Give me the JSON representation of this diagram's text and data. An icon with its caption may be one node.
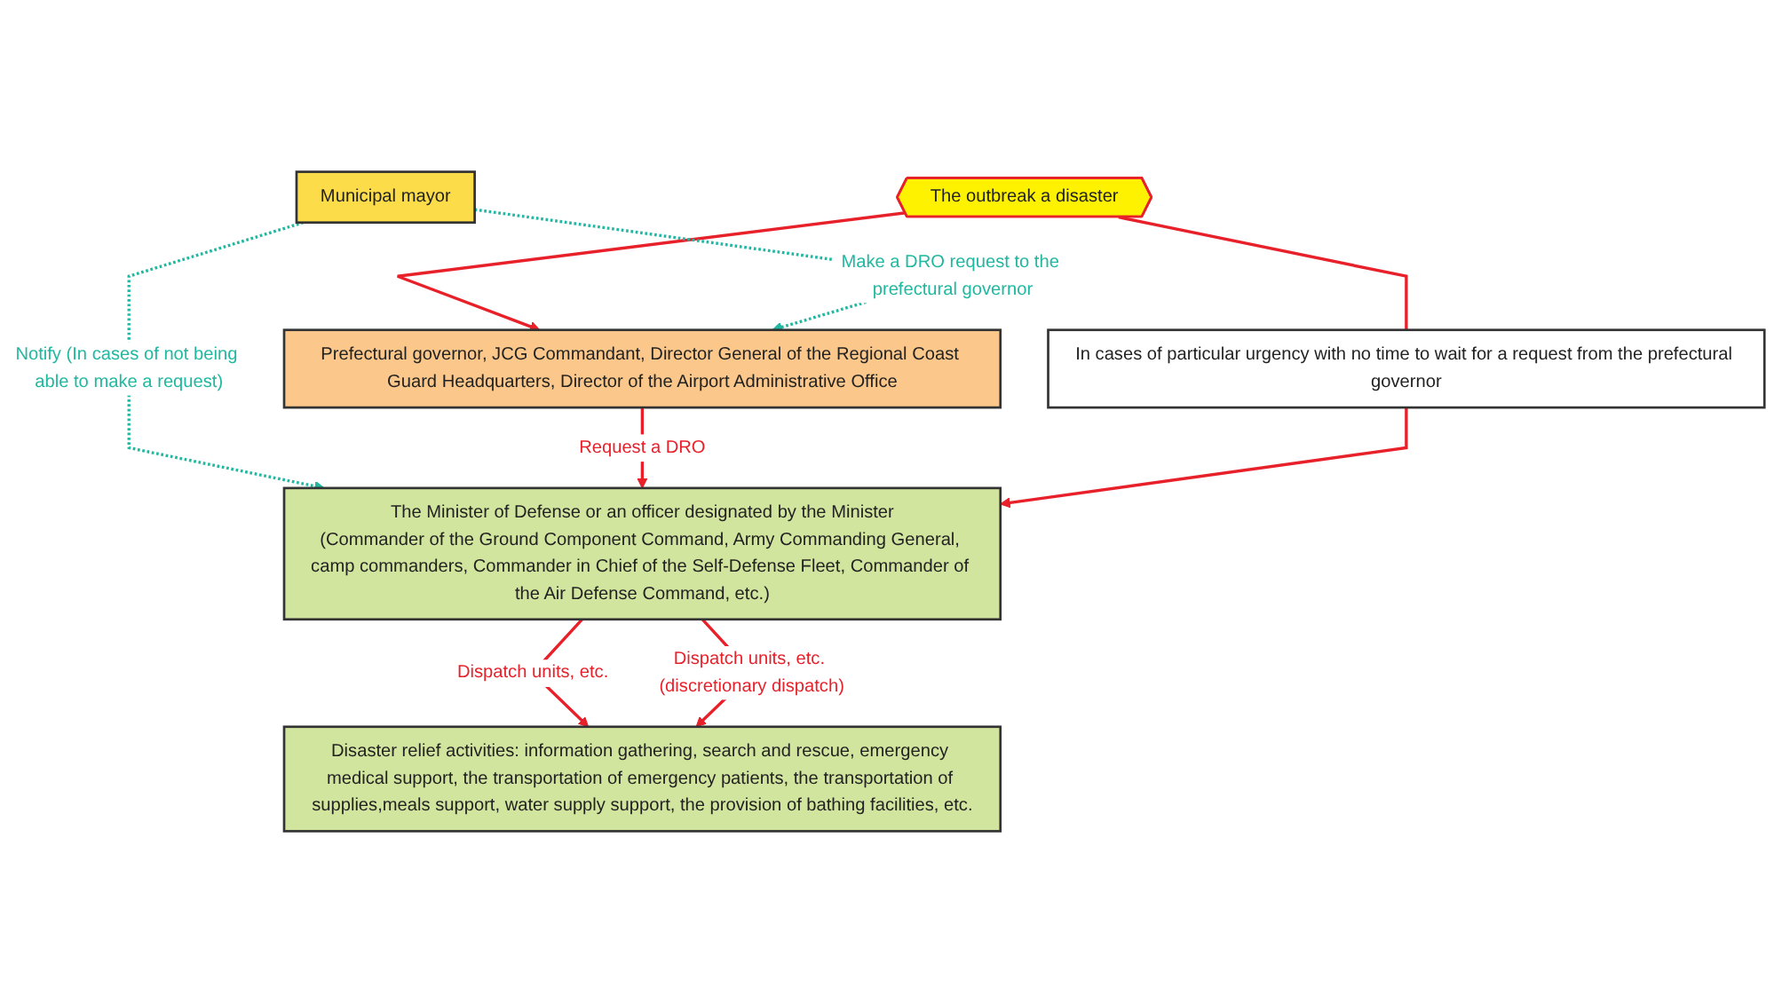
{
  "diagram": {
    "nodes": [
      {
        "text": [
          "The outbreak a disaster"
        ]
      },
      {
        "text": [
          "Prefectural governor, JCG Commandant, Director General of the Regional Coast Guard Headquarters, Director of the Airport Administrative Office"
        ]
      },
      {
        "text": [
          "Municipal mayor"
        ]
      },
      {
        "text": [
          "In cases of particular urgency with no time to wait for a request from the prefectural governor"
        ]
      },
      {
        "text": [
          "The Minister of Defense or an officer designated by the Minister",
          "(Commander of the Ground Component Command, Army Commanding General, camp commanders, Commander in Chief of the Self-Defense Fleet, Commander of the Air Defense Command, etc.)"
        ]
      },
      {
        "text": [
          "Disaster relief activities: information gathering, search and rescue, emergency medical support, the transportation of emergency patients, the transportation of supplies,meals support, water supply support, the provision of bathing facilities, etc."
        ]
      }
    ],
    "edges": [
      {
        "from": 0,
        "to": 1,
        "arrow": "to"
      },
      {
        "from": 0,
        "to": 3,
        "arrow": "none"
      },
      {
        "from": 2,
        "to": 1,
        "arrow": "to",
        "label": "Make a DRO request to the prefectural governor",
        "style": "dashed",
        "color": "#20b8a0"
      },
      {
        "from": 2,
        "to": 4,
        "arrow": "to",
        "label": "Notify (In cases of not being able to make a request)",
        "style": "dashed",
        "color": "#20b8a0"
      },
      {
        "from": 1,
        "to": 4,
        "arrow": "to",
        "label": "Request a DRO"
      },
      {
        "from": 3,
        "to": 4,
        "arrow": "to"
      },
      {
        "from": 4,
        "to": 5,
        "arrow": "to",
        "label": "Dispatch units, etc."
      },
      {
        "from": 4,
        "to": 5,
        "arrow": "to",
        "label": "Dispatch units, etc. (discretionary dispatch)"
      }
    ]
  }
}
